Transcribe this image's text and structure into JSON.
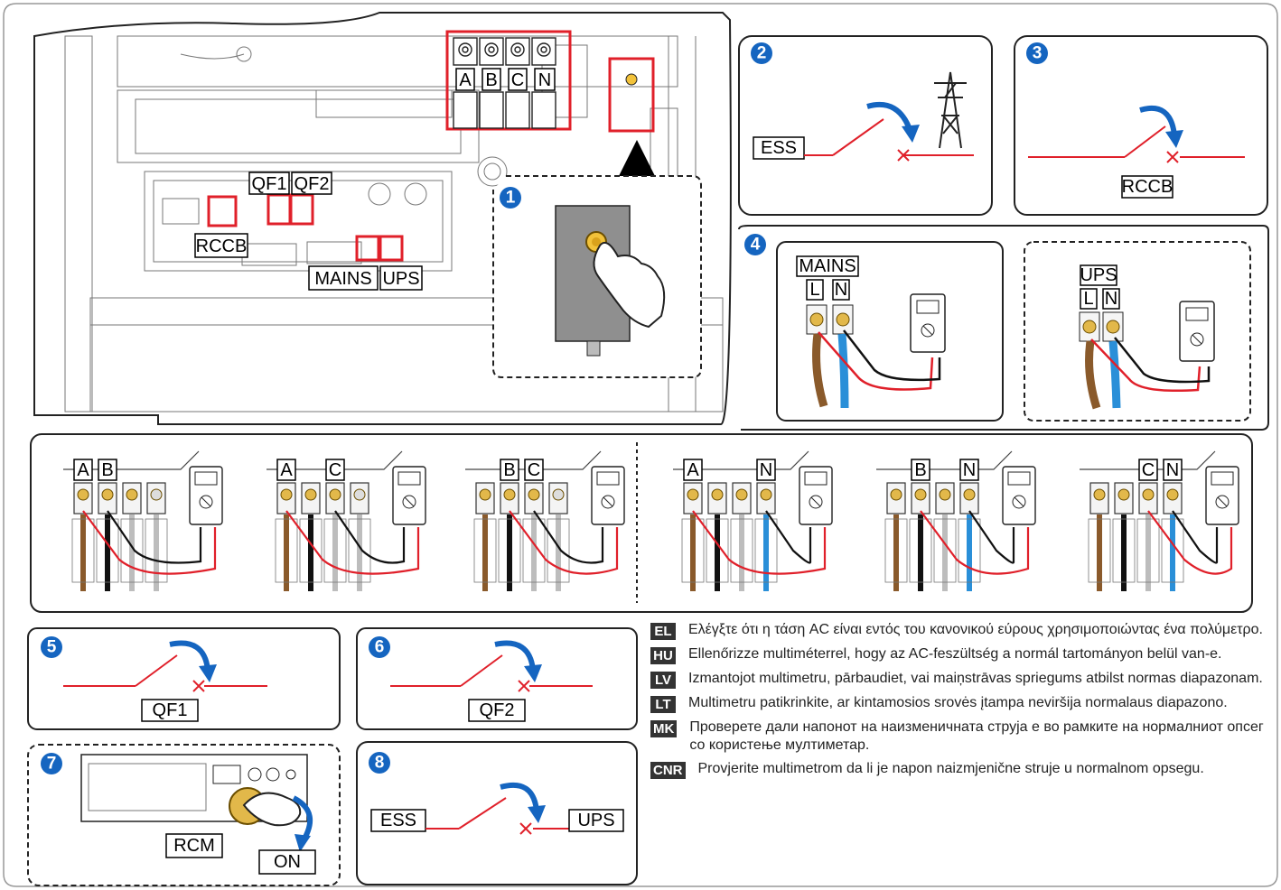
{
  "labels": {
    "A": "A",
    "B": "B",
    "C": "C",
    "N": "N",
    "L": "L",
    "QF1": "QF1",
    "QF2": "QF2",
    "RCCB": "RCCB",
    "MAINS": "MAINS",
    "UPS": "UPS",
    "ESS": "ESS",
    "RCM": "RCM",
    "ON": "ON"
  },
  "steps": [
    "1",
    "2",
    "3",
    "4",
    "5",
    "6",
    "7",
    "8"
  ],
  "instructions": [
    {
      "code": "EL",
      "text": "Ελέγξτε ότι η τάση AC είναι εντός του κανονικού εύρους χρησιμοποιώντας ένα πολύμετρο."
    },
    {
      "code": "HU",
      "text": "Ellenőrizze multiméterrel, hogy az AC-feszültség a normál tartományon belül van-e."
    },
    {
      "code": "LV",
      "text": "Izmantojot multimetru, pārbaudiet, vai maiņstrāvas spriegums atbilst normas diapazonam."
    },
    {
      "code": "LT",
      "text": "Multimetru patikrinkite, ar kintamosios srovės įtampa neviršija normalaus diapazono."
    },
    {
      "code": "MK",
      "text": "Проверете дали напонот на наизменичната струја е во рамките на нормалниот опсег со користење мултиметар."
    },
    {
      "code": "CNR",
      "text": "Provjerite multimetrom da li je napon naizmjenične struje u normalnom opsegu."
    }
  ],
  "colors": {
    "highlight": "#e0202a",
    "step_badge": "#1565c0",
    "brown": "#8a5a2b",
    "blue": "#2a8fd8",
    "black": "#111111",
    "grey": "#bdbdbd"
  }
}
